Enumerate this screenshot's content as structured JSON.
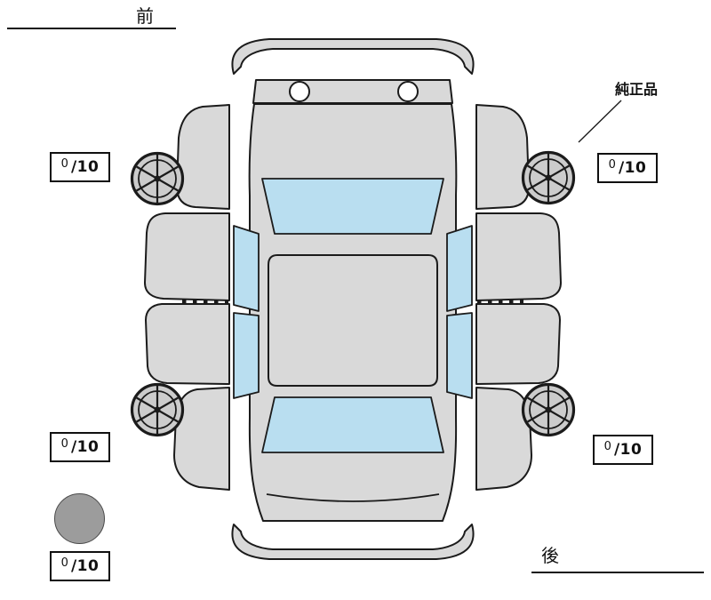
{
  "labels": {
    "front": "前",
    "rear": "後",
    "genuine_parts": "純正品"
  },
  "tire_scores": {
    "front_left": {
      "value": "0",
      "max": "/10"
    },
    "front_right": {
      "value": "0",
      "max": "/10"
    },
    "rear_left": {
      "value": "0",
      "max": "/10"
    },
    "rear_right": {
      "value": "0",
      "max": "/10"
    },
    "spare": {
      "value": "0",
      "max": "/10"
    }
  },
  "colors": {
    "body-fill": "#d9d9d9",
    "glass-fill": "#b9def0",
    "outline": "#1b1b1b",
    "wheel-fill": "#cccccc",
    "spare-fill": "#9c9c9c",
    "background": "#ffffff"
  }
}
